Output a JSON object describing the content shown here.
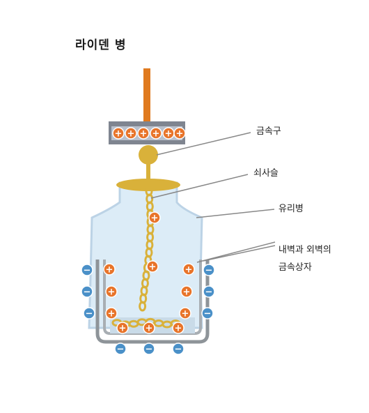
{
  "title": "라이덴 병",
  "labels": {
    "metal_ball": "금속구",
    "chain": "쇠사슬",
    "glass_jar": "유리병",
    "foil_line1": "내벽과 외벽의",
    "foil_line2": "금속상자"
  },
  "symbols": {
    "positive": "+",
    "negative": "−"
  },
  "colors": {
    "rod": "#e07a1f",
    "positive_charge": "#e8742a",
    "negative_charge": "#4a90c8",
    "chain": "#d9b13a",
    "glass": "#dcecf7",
    "foil": "#8e9499"
  }
}
